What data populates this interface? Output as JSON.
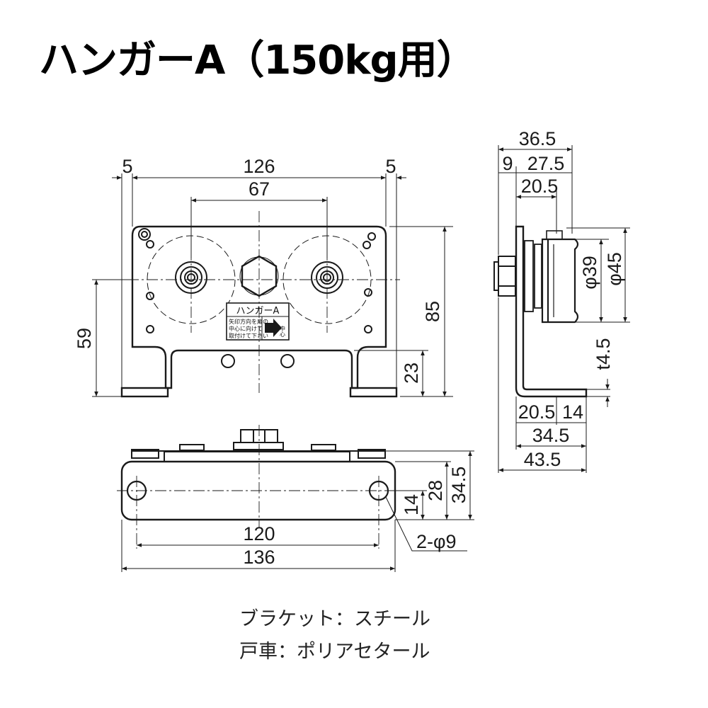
{
  "title": "ハンガーA（150kg用）",
  "front_view": {
    "dim_top_left": "5",
    "dim_top_total": "126",
    "dim_top_right": "5",
    "dim_wheel_spacing": "67",
    "dim_height_total": "85",
    "dim_height_center": "59",
    "dim_height_base": "23",
    "label_title": "ハンガーA",
    "label_line1": "矢印方向を扉の",
    "label_line2": "中心に向けて",
    "label_line3": "取付けて下さい",
    "label_side": "中心"
  },
  "side_view": {
    "dim_width_total": "36.5",
    "dim_offset": "9",
    "dim_wheel_width": "27.5",
    "dim_inner": "20.5",
    "dim_dia_inner": "φ39",
    "dim_dia_outer": "φ45",
    "dim_thickness": "t4.5",
    "dim_base_left": "20.5",
    "dim_base_right": "14",
    "dim_base_mid": "34.5",
    "dim_base_total": "43.5"
  },
  "bottom_view": {
    "dim_depth_hole": "14",
    "dim_depth_mid": "28",
    "dim_depth_total": "34.5",
    "dim_hole_pitch": "120",
    "dim_length_total": "136",
    "hole_spec": "2-φ9"
  },
  "notes": {
    "bracket": "ブラケット：スチール",
    "wheel": "戸車：ポリアセタール"
  },
  "colors": {
    "ink": "#1a1a1a",
    "hatch": "#555555",
    "background": "#ffffff"
  }
}
